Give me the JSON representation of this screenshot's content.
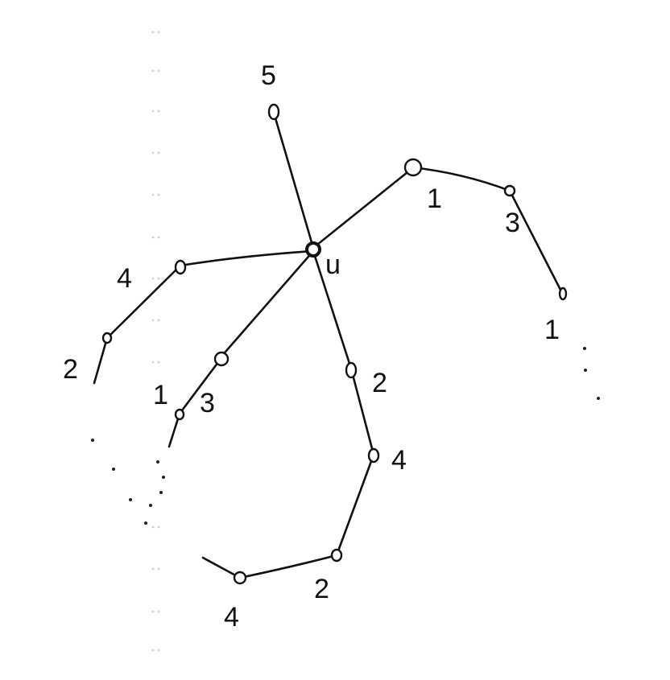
{
  "diagram": {
    "center_label": "u",
    "labels": {
      "n5": "5",
      "n1a": "1",
      "n3a": "3",
      "n1b": "1",
      "n4a": "4",
      "n2a": "2",
      "n3b": "3",
      "n1c": "1",
      "n2b": "2",
      "n4b": "4",
      "n2c": "2",
      "n4c": "4"
    }
  }
}
